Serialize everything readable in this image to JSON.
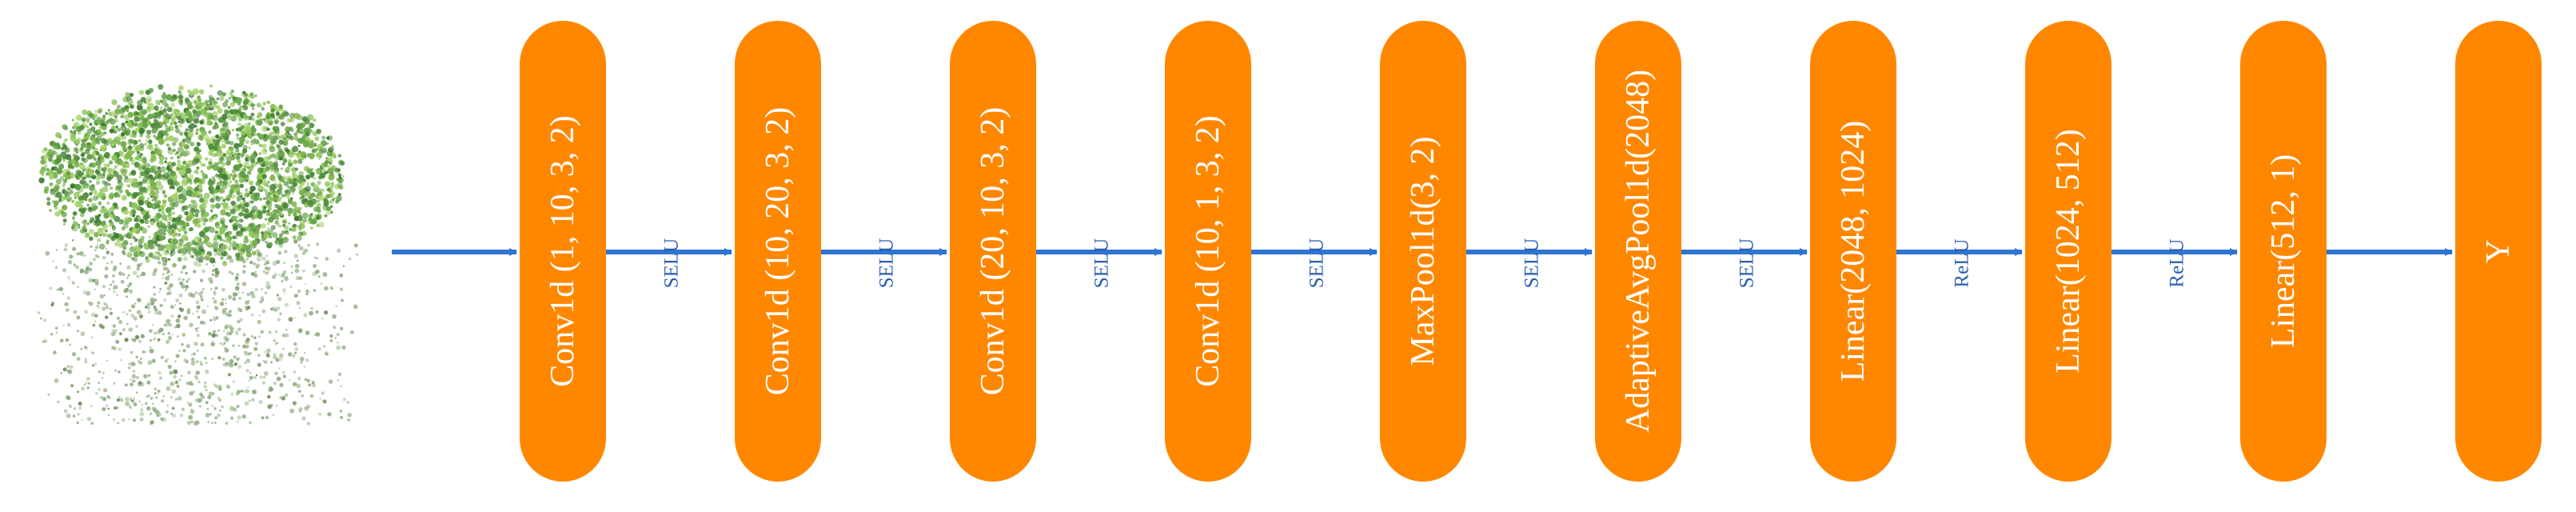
{
  "diagram": {
    "input_image": "point-cloud-tree",
    "colors": {
      "block_fill": "#ff8700",
      "arrow": "#2e75d0",
      "block_text": "#ffffff",
      "activation_text": "#2a5db0"
    },
    "blocks": [
      {
        "label": "Conv1d (1, 10, 3, 2)"
      },
      {
        "label": "Conv1d (10, 20, 3, 2)"
      },
      {
        "label": "Conv1d (20, 10, 3, 2)"
      },
      {
        "label": "Conv1d (10, 1, 3, 2)"
      },
      {
        "label": "MaxPool1d(3, 2)"
      },
      {
        "label": "AdaptiveAvgPool1d(2048)"
      },
      {
        "label": "Linear(2048, 1024)"
      },
      {
        "label": "Linear(1024, 512)"
      },
      {
        "label": "Linear(512, 1)"
      },
      {
        "label": "Y"
      }
    ],
    "activations": [
      {
        "label": "SELU"
      },
      {
        "label": "SELU"
      },
      {
        "label": "SELU"
      },
      {
        "label": "SELU"
      },
      {
        "label": "SELU"
      },
      {
        "label": "SELU"
      },
      {
        "label": "ReLU"
      },
      {
        "label": "ReLU"
      },
      {
        "label": ""
      }
    ]
  }
}
